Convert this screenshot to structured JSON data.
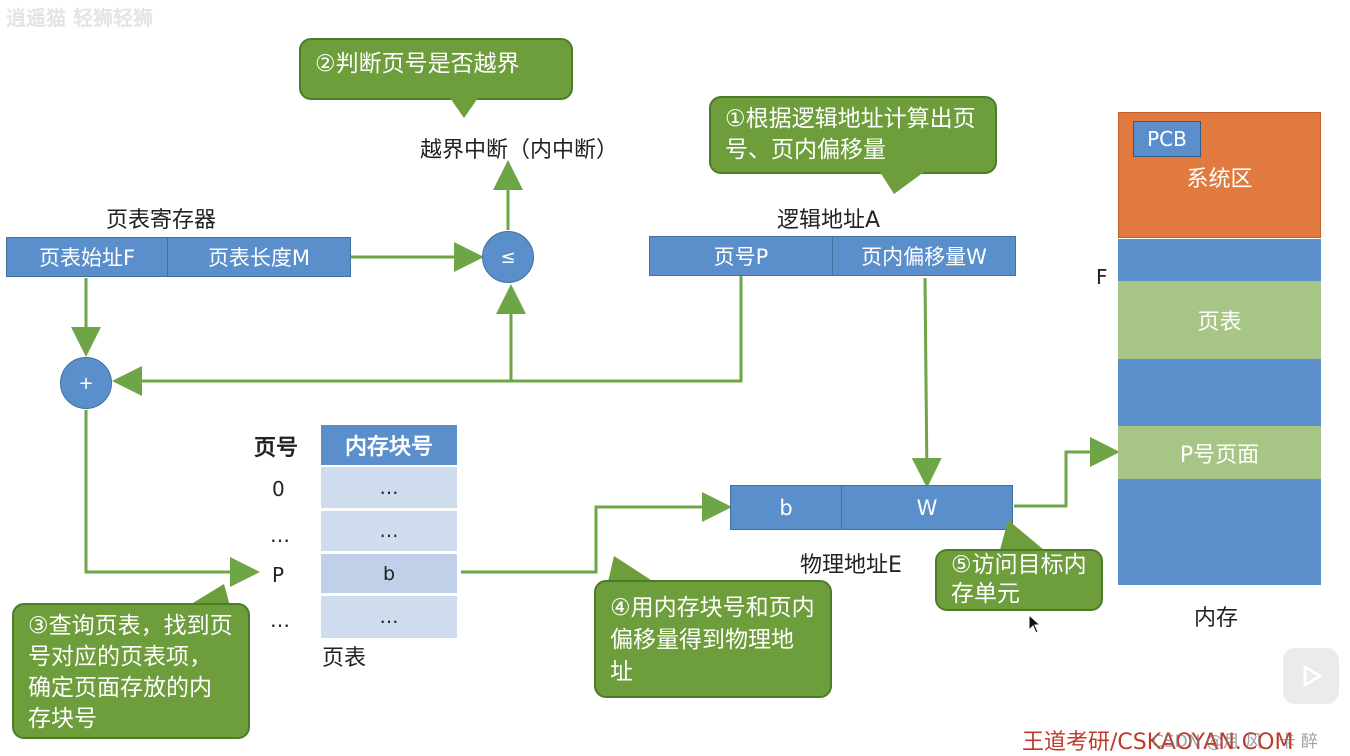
{
  "watermark_top": "逍遥猫 轻狮轻狮",
  "callouts": {
    "c1": "①根据逻辑地址计算出页号、页内偏移量",
    "c2": "②判断页号是否越界",
    "c3": "③查询页表，找到页号对应的页表项，确定页面存放的内存块号",
    "c4": "④用内存块号和页内偏移量得到物理地址",
    "c5": "⑤访问目标内存单元"
  },
  "labels": {
    "overflow": "越界中断（内中断）",
    "page_table_register": "页表寄存器",
    "logical_address": "逻辑地址A",
    "physical_address": "物理地址E",
    "page_table_caption": "页表",
    "memory_caption": "内存",
    "page_no_header": "页号",
    "F": "F"
  },
  "ptr": {
    "start": "页表始址F",
    "length": "页表长度M"
  },
  "logical": {
    "page": "页号P",
    "offset": "页内偏移量W"
  },
  "physical": {
    "block": "b",
    "offset": "W"
  },
  "ops": {
    "compare": "≤",
    "add": "+"
  },
  "page_table": {
    "header": "内存块号",
    "rows": [
      {
        "page": "0",
        "block": "…"
      },
      {
        "page": "…",
        "block": "…"
      },
      {
        "page": "P",
        "block": "b"
      },
      {
        "page": "…",
        "block": "…"
      }
    ]
  },
  "memory": {
    "pcb": "PCB",
    "system": "系统区",
    "page_table": "页表",
    "p_page": "P号页面"
  },
  "footer": {
    "brand": "王道考研/CSKAOYAN.COM",
    "csdn": "CSDN @月 风 . 卡 醉"
  },
  "colors": {
    "blue": "#5b8fcb",
    "green": "#6e9d3c",
    "orange": "#e07a3f",
    "lightgreen": "#a7c584",
    "arrow": "#6ea547"
  }
}
